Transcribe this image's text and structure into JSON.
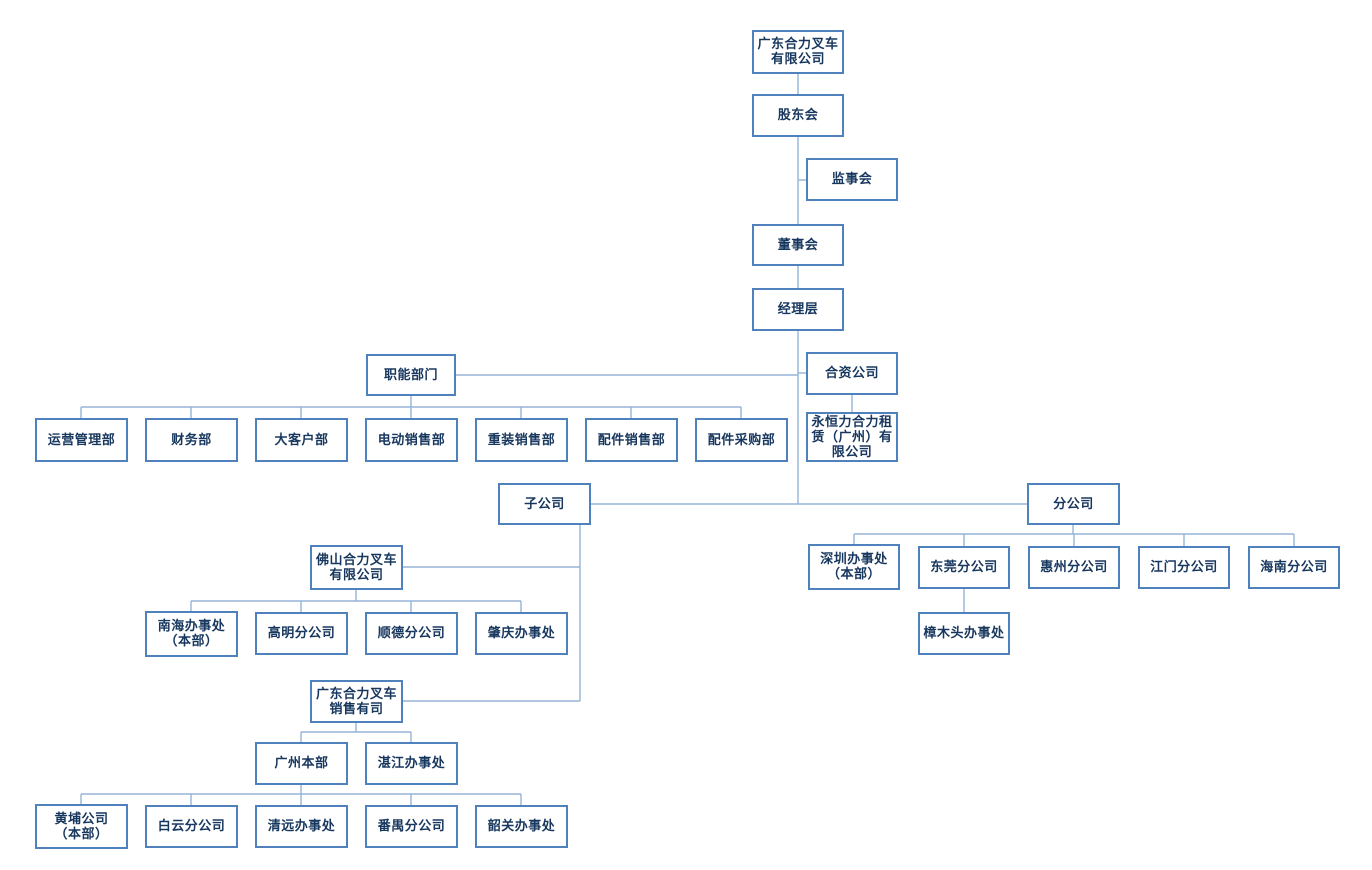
{
  "diagram": {
    "type": "org-chart",
    "colors": {
      "box_border": "#4f81bd",
      "box_fill": "#ffffff",
      "text": "#17375e",
      "line": "#95b3d7",
      "background": "#ffffff"
    },
    "nodes": [
      {
        "id": "gd-heli",
        "lines": [
          "广东合力叉车",
          "有限公司"
        ]
      },
      {
        "id": "shareholders",
        "lines": [
          "股东会"
        ]
      },
      {
        "id": "supervisory",
        "lines": [
          "监事会"
        ]
      },
      {
        "id": "board",
        "lines": [
          "董事会"
        ]
      },
      {
        "id": "management",
        "lines": [
          "经理层"
        ]
      },
      {
        "id": "joint-venture",
        "lines": [
          "合资公司"
        ]
      },
      {
        "id": "jungheinrich",
        "lines": [
          "永恒力合力租",
          "赁（广州）有",
          "限公司"
        ]
      },
      {
        "id": "functional-depts",
        "lines": [
          "职能部门"
        ]
      },
      {
        "id": "ops",
        "lines": [
          "运营管理部"
        ]
      },
      {
        "id": "finance",
        "lines": [
          "财务部"
        ]
      },
      {
        "id": "key-accounts",
        "lines": [
          "大客户部"
        ]
      },
      {
        "id": "electric-sales",
        "lines": [
          "电动销售部"
        ]
      },
      {
        "id": "heavy-sales",
        "lines": [
          "重装销售部"
        ]
      },
      {
        "id": "parts-sales",
        "lines": [
          "配件销售部"
        ]
      },
      {
        "id": "parts-purchasing",
        "lines": [
          "配件采购部"
        ]
      },
      {
        "id": "subsidiaries",
        "lines": [
          "子公司"
        ]
      },
      {
        "id": "branches",
        "lines": [
          "分公司"
        ]
      },
      {
        "id": "shenzhen-office",
        "lines": [
          "深圳办事处",
          "（本部）"
        ]
      },
      {
        "id": "dongguan-branch",
        "lines": [
          "东莞分公司"
        ]
      },
      {
        "id": "huizhou-branch",
        "lines": [
          "惠州分公司"
        ]
      },
      {
        "id": "jiangmen-branch",
        "lines": [
          "江门分公司"
        ]
      },
      {
        "id": "hainan-branch",
        "lines": [
          "海南分公司"
        ]
      },
      {
        "id": "zhangmutou-office",
        "lines": [
          "樟木头办事处"
        ]
      },
      {
        "id": "foshan-heli",
        "lines": [
          "佛山合力叉车",
          "有限公司"
        ]
      },
      {
        "id": "nanhai-office",
        "lines": [
          "南海办事处",
          "（本部）"
        ]
      },
      {
        "id": "gaoming-branch",
        "lines": [
          "高明分公司"
        ]
      },
      {
        "id": "shunde-branch",
        "lines": [
          "顺德分公司"
        ]
      },
      {
        "id": "zhaoqing-office",
        "lines": [
          "肇庆办事处"
        ]
      },
      {
        "id": "gd-heli-sales",
        "lines": [
          "广东合力叉车",
          "销售有司"
        ]
      },
      {
        "id": "guangzhou-hq",
        "lines": [
          "广州本部"
        ]
      },
      {
        "id": "zhanjiang-office",
        "lines": [
          "湛江办事处"
        ]
      },
      {
        "id": "huangpu-company",
        "lines": [
          "黄埔公司",
          "（本部）"
        ]
      },
      {
        "id": "baiyun-branch",
        "lines": [
          "白云分公司"
        ]
      },
      {
        "id": "qingyuan-office",
        "lines": [
          "清远办事处"
        ]
      },
      {
        "id": "panyu-branch",
        "lines": [
          "番禺分公司"
        ]
      },
      {
        "id": "shaoguan-office",
        "lines": [
          "韶关办事处"
        ]
      }
    ],
    "edges": [
      {
        "from": "gd-heli",
        "to": "shareholders"
      },
      {
        "from": "shareholders",
        "to": "supervisory"
      },
      {
        "from": "shareholders",
        "to": "board"
      },
      {
        "from": "board",
        "to": "management"
      },
      {
        "from": "management",
        "to": "functional-depts"
      },
      {
        "from": "management",
        "to": "joint-venture"
      },
      {
        "from": "management",
        "to": "subsidiaries"
      },
      {
        "from": "management",
        "to": "branches"
      },
      {
        "from": "joint-venture",
        "to": "jungheinrich"
      },
      {
        "from": "functional-depts",
        "to": "ops"
      },
      {
        "from": "functional-depts",
        "to": "finance"
      },
      {
        "from": "functional-depts",
        "to": "key-accounts"
      },
      {
        "from": "functional-depts",
        "to": "electric-sales"
      },
      {
        "from": "functional-depts",
        "to": "heavy-sales"
      },
      {
        "from": "functional-depts",
        "to": "parts-sales"
      },
      {
        "from": "functional-depts",
        "to": "parts-purchasing"
      },
      {
        "from": "subsidiaries",
        "to": "foshan-heli"
      },
      {
        "from": "subsidiaries",
        "to": "gd-heli-sales"
      },
      {
        "from": "branches",
        "to": "shenzhen-office"
      },
      {
        "from": "branches",
        "to": "dongguan-branch"
      },
      {
        "from": "branches",
        "to": "huizhou-branch"
      },
      {
        "from": "branches",
        "to": "jiangmen-branch"
      },
      {
        "from": "branches",
        "to": "hainan-branch"
      },
      {
        "from": "dongguan-branch",
        "to": "zhangmutou-office"
      },
      {
        "from": "foshan-heli",
        "to": "nanhai-office"
      },
      {
        "from": "foshan-heli",
        "to": "gaoming-branch"
      },
      {
        "from": "foshan-heli",
        "to": "shunde-branch"
      },
      {
        "from": "foshan-heli",
        "to": "zhaoqing-office"
      },
      {
        "from": "gd-heli-sales",
        "to": "guangzhou-hq"
      },
      {
        "from": "gd-heli-sales",
        "to": "zhanjiang-office"
      },
      {
        "from": "guangzhou-hq",
        "to": "huangpu-company"
      },
      {
        "from": "guangzhou-hq",
        "to": "baiyun-branch"
      },
      {
        "from": "guangzhou-hq",
        "to": "qingyuan-office"
      },
      {
        "from": "guangzhou-hq",
        "to": "panyu-branch"
      },
      {
        "from": "guangzhou-hq",
        "to": "shaoguan-office"
      }
    ]
  }
}
